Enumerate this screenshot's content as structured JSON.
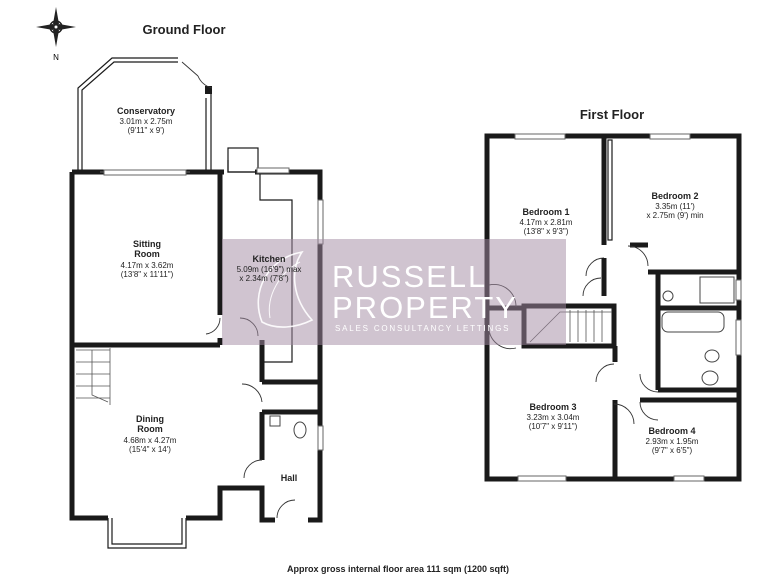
{
  "compass": {
    "north_label": "N"
  },
  "ground_floor": {
    "title": "Ground Floor",
    "rooms": {
      "conservatory": {
        "name": "Conservatory",
        "dims_metric": "3.01m x 2.75m",
        "dims_imperial": "(9'11\" x 9')"
      },
      "sitting_room": {
        "name_line1": "Sitting",
        "name_line2": "Room",
        "dims_metric": "4.17m x 3.62m",
        "dims_imperial": "(13'8\" x 11'11\")"
      },
      "kitchen": {
        "name": "Kitchen",
        "dims_line1": "5.09m (16'9\") max",
        "dims_line2": "x 2.34m (7'8\")"
      },
      "dining_room": {
        "name_line1": "Dining",
        "name_line2": "Room",
        "dims_metric": "4.68m x 4.27m",
        "dims_imperial": "(15'4\" x 14')"
      },
      "hall": {
        "name": "Hall"
      }
    }
  },
  "first_floor": {
    "title": "First Floor",
    "rooms": {
      "bedroom1": {
        "name": "Bedroom 1",
        "dims_metric": "4.17m x 2.81m",
        "dims_imperial": "(13'8\" x 9'3\")"
      },
      "bedroom2": {
        "name": "Bedroom 2",
        "dims_line1": "3.35m (11')",
        "dims_line2": "x 2.75m (9') min"
      },
      "bedroom3": {
        "name": "Bedroom 3",
        "dims_metric": "3.23m x 3.04m",
        "dims_imperial": "(10'7\" x 9'11\")"
      },
      "bedroom4": {
        "name": "Bedroom 4",
        "dims_metric": "2.93m x 1.95m",
        "dims_imperial": "(9'7\" x 6'5\")"
      }
    }
  },
  "watermark": {
    "line1": "RUSSELL",
    "line2": "PROPERTY",
    "tagline": "SALES CONSULTANCY LETTINGS"
  },
  "footer": {
    "area_text": "Approx gross internal floor area 111 sqm (1200 sqft)"
  },
  "colors": {
    "wall": "#1a1a1a",
    "watermark": "#a28aa2",
    "background": "#ffffff"
  }
}
